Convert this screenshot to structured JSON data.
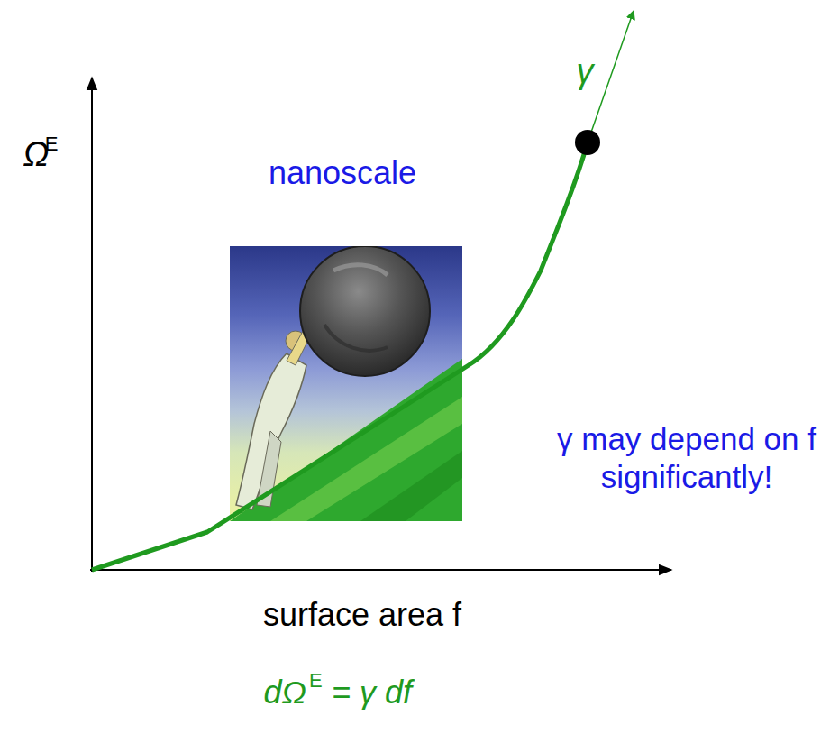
{
  "diagram": {
    "labels": [
      "Ω",
      "E",
      "γ",
      "nanoscale",
      "γ may depend on f significantly!",
      "surface area f",
      "dΩ",
      "E",
      "= γ df"
    ]
  }
}
